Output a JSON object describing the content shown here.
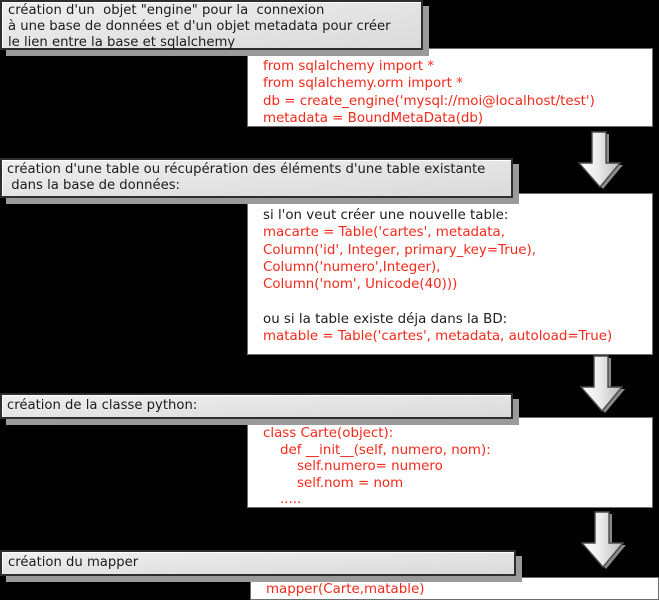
{
  "palette": {
    "background": "#000000",
    "title_box_fill": "#e6e6e6",
    "title_box_border": "#2e2e2e",
    "title_box_shadow": "#9a9a9a",
    "code_box_fill": "#ffffff",
    "code_box_border": "#6e6e6e",
    "code_red": "#f2281c",
    "text_black": "#1c1c1c",
    "arrow_fill_light": "#ffffff",
    "arrow_fill_dark": "#b9b9b9",
    "arrow_outline": "#4a4a4a"
  },
  "steps": [
    {
      "title_lines": [
        "création d'un  objet \"engine\" pour la  connexion",
        "à une base de données et d'un objet metadata pour créer",
        "le lien entre la base et sqlalchemy"
      ],
      "code_lines": [
        {
          "t": "from sqlalchemy import *",
          "c": "red"
        },
        {
          "t": "from sqlalchemy.orm import *",
          "c": "red"
        },
        {
          "t": "db = create_engine('mysql://moi@localhost/test')",
          "c": "red"
        },
        {
          "t": "metadata = BoundMetaData(db)",
          "c": "red"
        }
      ]
    },
    {
      "title_lines": [
        "création d'une table ou récupération des éléments d'une table existante",
        " dans la base de données:"
      ],
      "code_lines": [
        {
          "t": "si l'on veut créer une nouvelle table:",
          "c": "black"
        },
        {
          "t": "macarte = Table('cartes', metadata,",
          "c": "red"
        },
        {
          "t": "Column('id', Integer, primary_key=True),",
          "c": "red"
        },
        {
          "t": "Column('numero',Integer),",
          "c": "red"
        },
        {
          "t": "Column('nom', Unicode(40)))",
          "c": "red"
        },
        {
          "t": " ",
          "c": "black"
        },
        {
          "t": "ou si la table existe déja dans la BD:",
          "c": "black"
        },
        {
          "t": "matable = Table('cartes', metadata, autoload=True)",
          "c": "red"
        }
      ]
    },
    {
      "title_lines": [
        "création de la classe python:"
      ],
      "code_lines": [
        {
          "t": "class Carte(object):",
          "c": "red"
        },
        {
          "t": "    def __init__(self, numero, nom):",
          "c": "red"
        },
        {
          "t": "        self.numero= numero",
          "c": "red"
        },
        {
          "t": "        self.nom = nom",
          "c": "red"
        },
        {
          "t": "    .....",
          "c": "red"
        }
      ]
    },
    {
      "title_lines": [
        "création du mapper"
      ],
      "code_lines": [
        {
          "t": "mapper(Carte,matable)",
          "c": "red"
        }
      ]
    }
  ]
}
